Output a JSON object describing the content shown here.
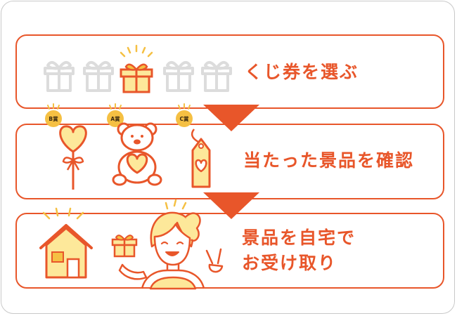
{
  "steps": [
    {
      "label": "くじ券を選ぶ"
    },
    {
      "label": "当たった景品を確認"
    },
    {
      "label_line1": "景品を自宅で",
      "label_line2": "お受け取り"
    }
  ],
  "prizes": [
    {
      "badge": "B賞",
      "icon": "heart-lollipop-icon"
    },
    {
      "badge": "A賞",
      "icon": "teddy-bear-icon"
    },
    {
      "badge": "C賞",
      "icon": "heart-tag-icon"
    }
  ],
  "colors": {
    "accent": "#e8562a",
    "gold": "#f5c043",
    "light_yellow": "#fde89a",
    "gray_gift": "#dcdcdc",
    "frame_border": "#c9c9c9"
  }
}
